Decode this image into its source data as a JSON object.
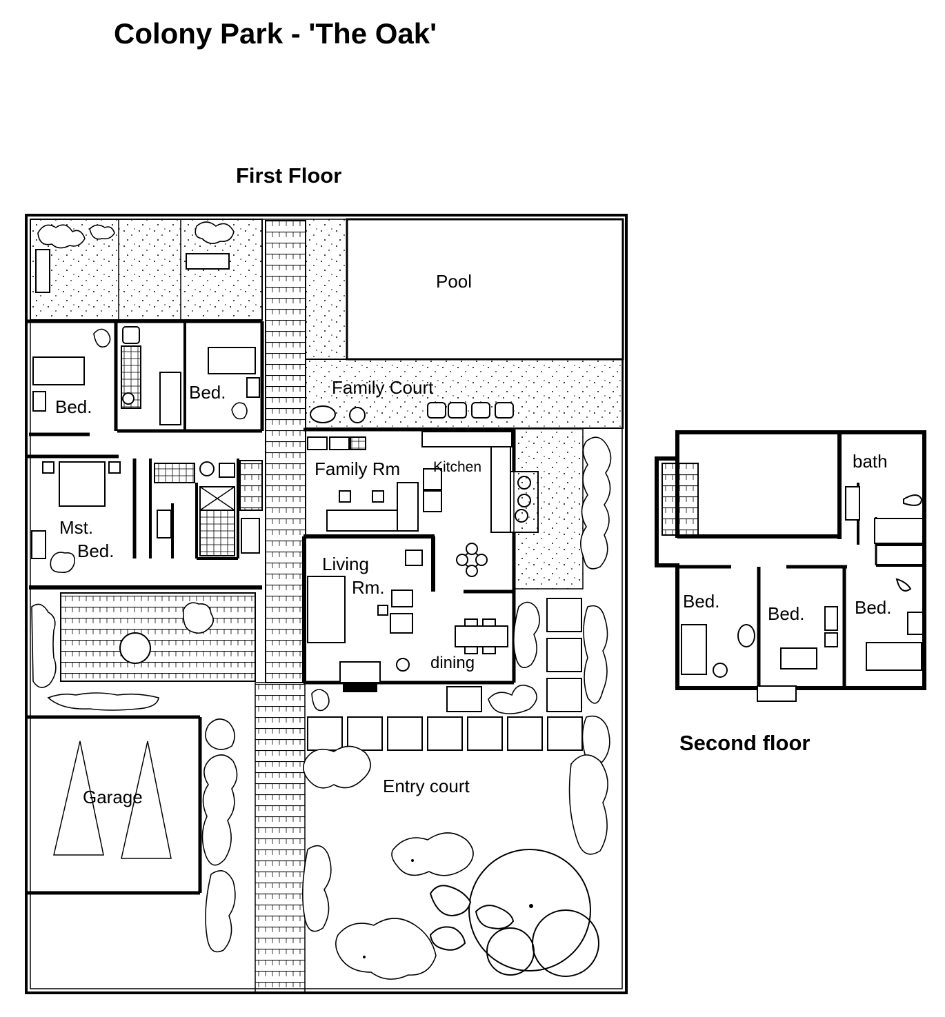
{
  "title": "Colony Park -  'The Oak'",
  "first_floor": {
    "heading": "First Floor",
    "rooms": {
      "pool": "Pool",
      "family_court": "Family Court",
      "bed_left": "Bed.",
      "bed_right": "Bed.",
      "family_room": "Family Rm",
      "kitchen": "Kitchen",
      "master_bed_1": "Mst.",
      "master_bed_2": "Bed.",
      "living_1": "Living",
      "living_2": "Rm.",
      "dining": "dining",
      "garage": "Garage",
      "entry_court": "Entry court"
    }
  },
  "second_floor": {
    "heading": "Second floor",
    "rooms": {
      "bath": "bath",
      "bed_1": "Bed.",
      "bed_2": "Bed.",
      "bed_3": "Bed."
    }
  }
}
